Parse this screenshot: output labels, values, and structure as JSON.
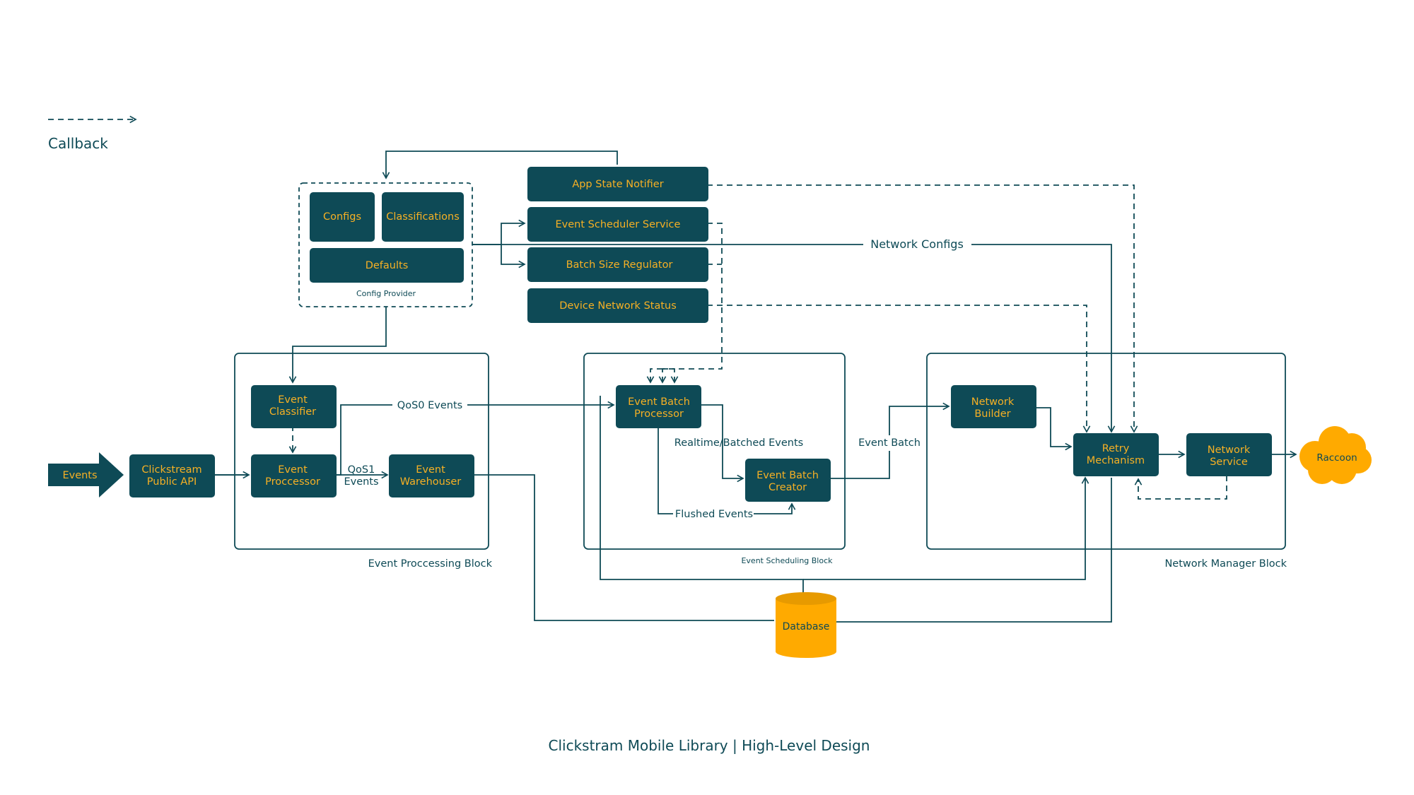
{
  "legend": {
    "label": "Callback"
  },
  "nodes": {
    "configs": "Configs",
    "classifications": "Classifications",
    "defaults": "Defaults",
    "app_state_notifier": "App State Notifier",
    "event_scheduler_service": "Event Scheduler Service",
    "batch_size_regulator": "Batch Size Regulator",
    "device_network_status": "Device Network Status",
    "events": "Events",
    "clickstream_api": [
      "Clickstream",
      "Public API"
    ],
    "event_classifier": [
      "Event",
      "Classifier"
    ],
    "event_processor": [
      "Event",
      "Proccessor"
    ],
    "event_warehouser": [
      "Event",
      "Warehouser"
    ],
    "event_batch_processor": [
      "Event Batch",
      "Processor"
    ],
    "event_batch_creator": [
      "Event Batch",
      "Creator"
    ],
    "network_builder": [
      "Network",
      "Builder"
    ],
    "retry_mechanism": [
      "Retry",
      "Mechanism"
    ],
    "network_service": [
      "Network",
      "Service"
    ],
    "raccoon": "Raccoon",
    "database": "Database"
  },
  "groups": {
    "config_provider": "Config Provider",
    "event_processing": "Event Proccessing Block",
    "event_scheduling": "Event Scheduling Block",
    "network_manager": "Network Manager Block"
  },
  "edge_labels": {
    "network_configs": "Network Configs",
    "qos0_events": "QoS0 Events",
    "qos1_events": [
      "QoS1",
      "Events"
    ],
    "realtime_batched": "Realtime/Batched Events",
    "flushed_events": "Flushed Events",
    "event_batch": "Event Batch"
  },
  "footer": {
    "title": "Clickstram Mobile Library | High-Level Design"
  },
  "colors": {
    "box": "#0E4A56",
    "text": "#F6B024",
    "accent": "#FFAA00",
    "line": "#0E4A56"
  }
}
